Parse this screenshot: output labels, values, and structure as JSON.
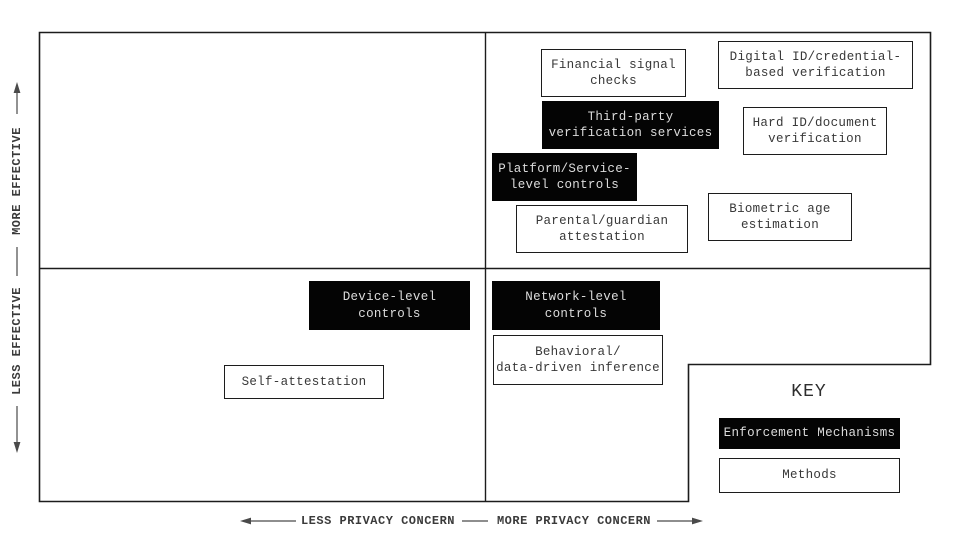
{
  "figure": {
    "kind": "quadrant-diagram",
    "y_axis": {
      "top_label": "MORE EFFECTIVE",
      "bottom_label": "LESS EFFECTIVE"
    },
    "x_axis": {
      "left_label": "LESS PRIVACY CONCERN",
      "right_label": "MORE PRIVACY CONCERN"
    },
    "items": [
      {
        "id": "financial-signal-checks",
        "label": "Financial signal\nchecks",
        "type": "method",
        "quadrant": "top-right"
      },
      {
        "id": "digital-id-credential-based-verification",
        "label": "Digital ID/credential-\nbased verification",
        "type": "method",
        "quadrant": "top-right"
      },
      {
        "id": "third-party-verification-services",
        "label": "Third-party\nverification services",
        "type": "enforcement",
        "quadrant": "top-right"
      },
      {
        "id": "hard-id-document-verification",
        "label": "Hard ID/document\nverification",
        "type": "method",
        "quadrant": "top-right"
      },
      {
        "id": "platform-service-level-controls",
        "label": "Platform/Service-\nlevel controls",
        "type": "enforcement",
        "quadrant": "top-right"
      },
      {
        "id": "parental-guardian-attestation",
        "label": "Parental/guardian\nattestation",
        "type": "method",
        "quadrant": "top-right"
      },
      {
        "id": "biometric-age-estimation",
        "label": "Biometric age\nestimation",
        "type": "method",
        "quadrant": "top-right"
      },
      {
        "id": "device-level-controls",
        "label": "Device-level\ncontrols",
        "type": "enforcement",
        "quadrant": "bottom-left"
      },
      {
        "id": "network-level-controls",
        "label": "Network-level\ncontrols",
        "type": "enforcement",
        "quadrant": "bottom-right"
      },
      {
        "id": "behavioral-data-driven-inference",
        "label": "Behavioral/\ndata-driven inference",
        "type": "method",
        "quadrant": "bottom-right"
      },
      {
        "id": "self-attestation",
        "label": "Self-attestation",
        "type": "method",
        "quadrant": "bottom-left"
      }
    ],
    "key": {
      "title": "KEY",
      "items": [
        {
          "label": "Enforcement Mechanisms",
          "type": "enforcement"
        },
        {
          "label": "Methods",
          "type": "method"
        }
      ]
    },
    "colors": {
      "line": "#1c1c1c",
      "text": "#3a3a3a",
      "enforcement_bg": "#040404",
      "enforcement_text": "#dcdcdc",
      "method_bg": "#ffffff"
    }
  }
}
